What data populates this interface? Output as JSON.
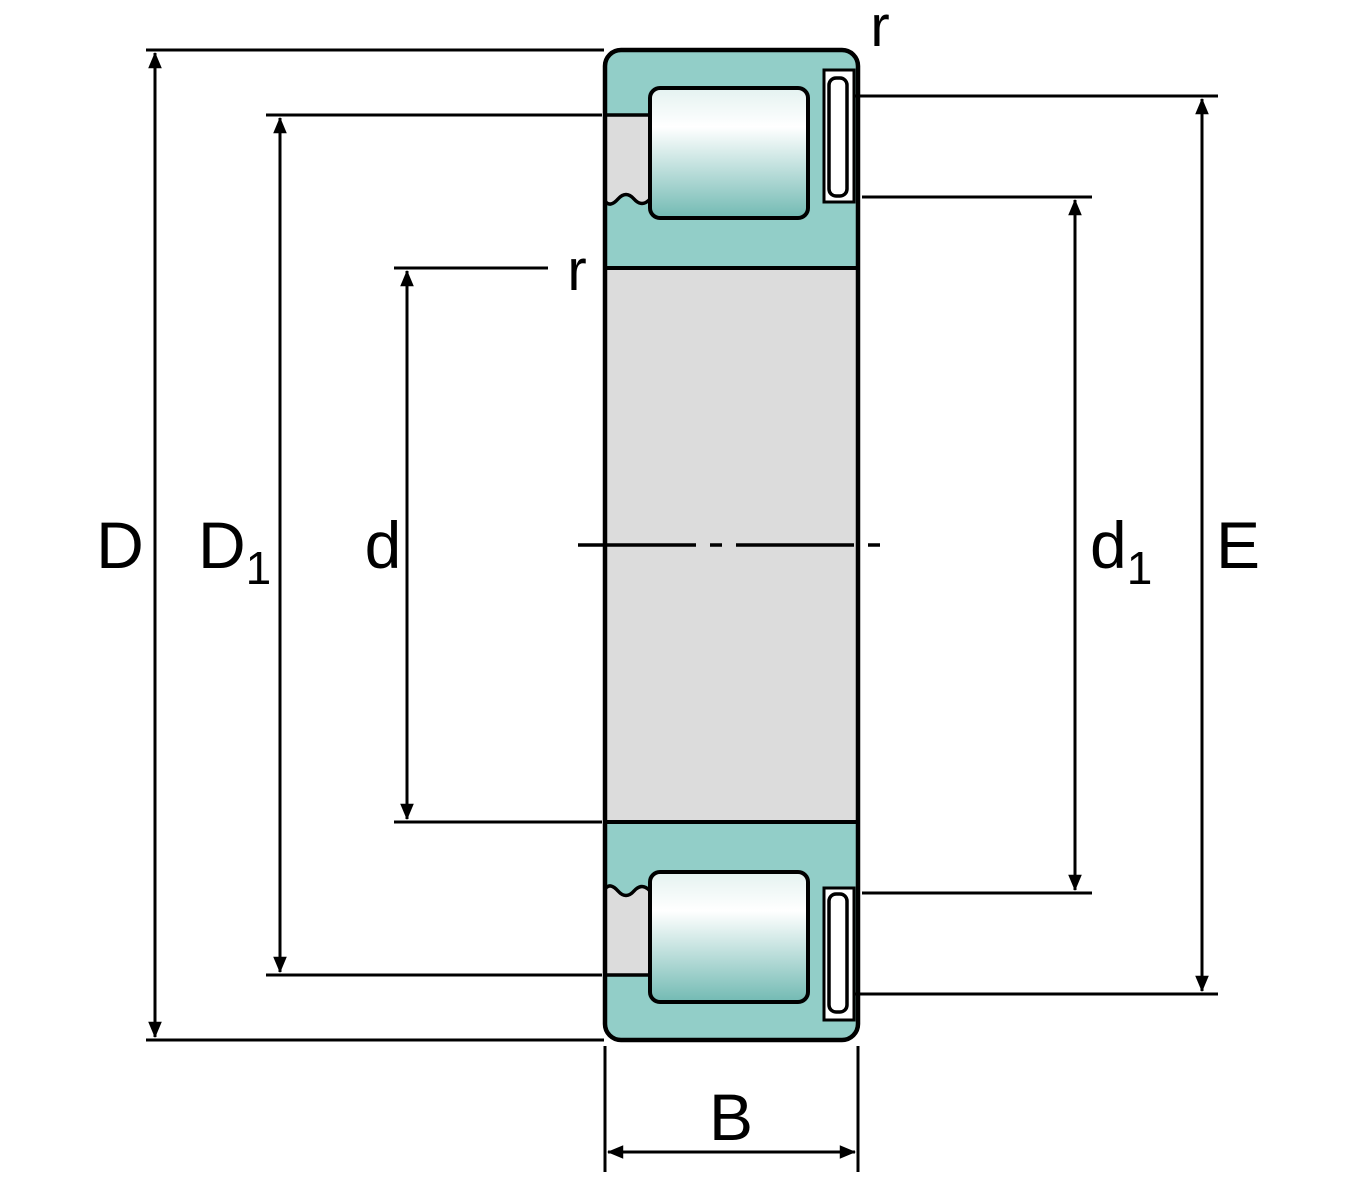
{
  "labels": {
    "D": "D",
    "D1": {
      "main": "D",
      "sub": "1"
    },
    "d": "d",
    "d1": {
      "main": "d",
      "sub": "1"
    },
    "E": "E",
    "B": "B",
    "r_outer": "r",
    "r_inner": "r"
  },
  "colors": {
    "ring_teal": "#92cec8",
    "steel_gray": "#dcdcdc",
    "groove_white": "#ffffff",
    "rib_white": "#ffffff",
    "roller_light": "#e4f2f0",
    "roller_mid": "#ffffff",
    "roller_shade": "#72bab3",
    "line": "#000000"
  }
}
